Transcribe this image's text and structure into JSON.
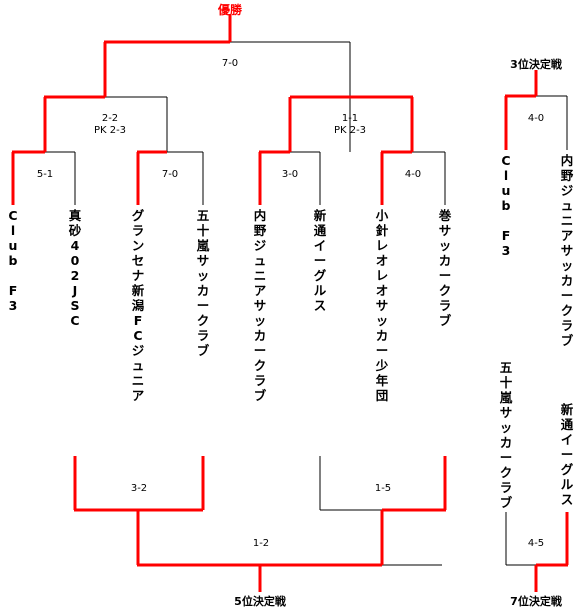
{
  "titles": {
    "champion": "優勝",
    "third_place": "3位決定戦",
    "fifth_place": "5位決定戦",
    "seventh_place": "7位決定戦"
  },
  "scores": {
    "final": "7-0",
    "semi_left": "2-2",
    "semi_left_pk": "PK 2-3",
    "semi_right": "1-1",
    "semi_right_pk": "PK 2-3",
    "qf_1": "5-1",
    "qf_2": "7-0",
    "qf_3": "3-0",
    "qf_4": "4-0",
    "third_place": "4-0",
    "fifth_left": "3-2",
    "fifth_right": "1-5",
    "fifth_final": "1-2",
    "seventh_place": "4-5"
  },
  "teams": {
    "t1": "Club F3",
    "t2": "真砂402JSC",
    "t3": "グランセナ新潟FCジュニア",
    "t4": "五十嵐サッカークラブ",
    "t5": "内野ジュニアサッカークラブ",
    "t6": "新通イーグルス",
    "t7": "小針レオレオサッカー少年団",
    "t8": "巻サッカークラブ",
    "third_a": "Club F3",
    "third_b": "内野ジュニアサッカークラブ",
    "seventh_a": "五十嵐サッカークラブ",
    "seventh_b": "新通イーグルス"
  },
  "colors": {
    "win_line": "#ff0000",
    "line": "#000000"
  }
}
